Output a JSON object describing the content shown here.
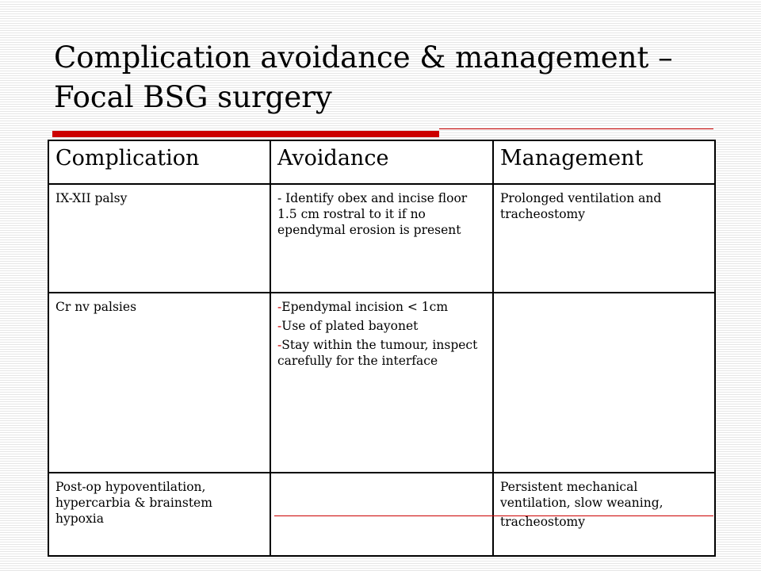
{
  "title_line1": "Complication avoidance & management –",
  "title_line2": "Focal BSG surgery",
  "headers": {
    "complication": "Complication",
    "avoidance": "Avoidance",
    "management": "Management"
  },
  "rows": [
    {
      "complication": "IX-XII palsy",
      "avoidance_text": "- Identify obex and incise floor 1.5 cm rostral to it if no ependymal erosion is present",
      "management": "Prolonged ventilation and tracheostomy"
    },
    {
      "complication": "Cr nv palsies",
      "avoidance_items": [
        "Ependymal incision < 1cm",
        "Use of plated bayonet",
        "Stay within the tumour, inspect carefully for the interface"
      ],
      "management": ""
    },
    {
      "complication": "Post-op hypoventilation, hypercarbia & brainstem hypoxia",
      "avoidance_text": "",
      "management_line1": "Persistent mechanical ventilation, slow weaning,",
      "management_line2": "tracheostomy"
    }
  ],
  "bullet_marker": "-",
  "colors": {
    "accent_red": "#cc0000",
    "text": "#000000",
    "stripe": "#e6e6e6"
  }
}
